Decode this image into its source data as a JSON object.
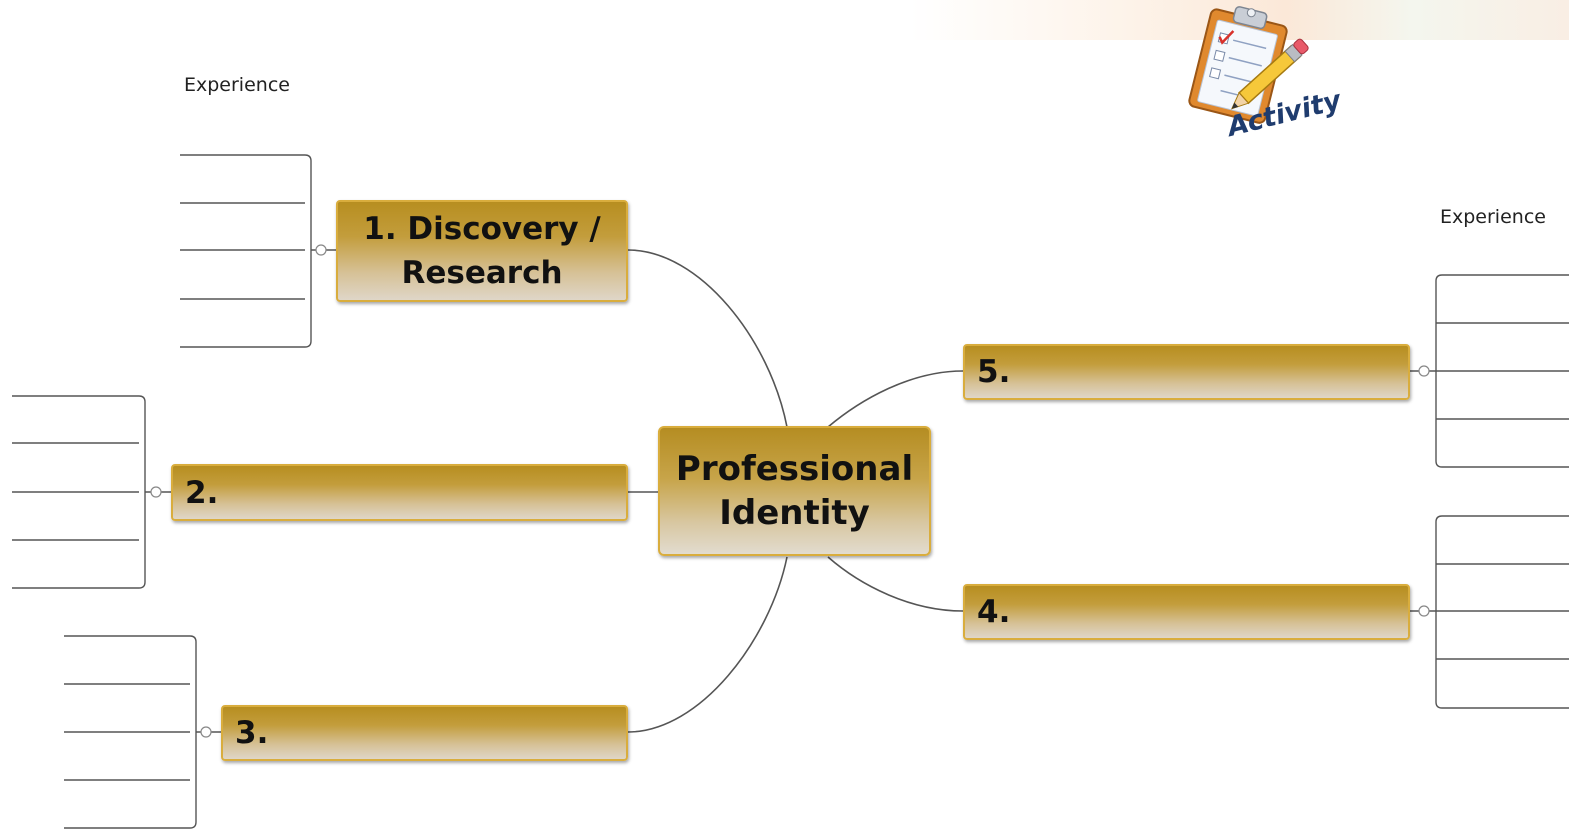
{
  "center_node": {
    "text": "Professional Identity"
  },
  "branches": [
    {
      "label": "1.  Discovery / Research",
      "side": "left"
    },
    {
      "label": "2.",
      "side": "left"
    },
    {
      "label": "3.",
      "side": "left"
    },
    {
      "label": "4.",
      "side": "right"
    },
    {
      "label": "5.",
      "side": "right"
    }
  ],
  "experience_label_left": "Experience",
  "experience_label_right": "Experience",
  "activity": {
    "label": "Activity",
    "icon": "clipboard-pencil-icon"
  },
  "colors": {
    "node_gradient_top": "#b78e20",
    "node_gradient_bottom": "#dfd6c8",
    "node_border": "#d9ad3d",
    "connector": "#555555",
    "activity_text": "#1f3c6e"
  }
}
